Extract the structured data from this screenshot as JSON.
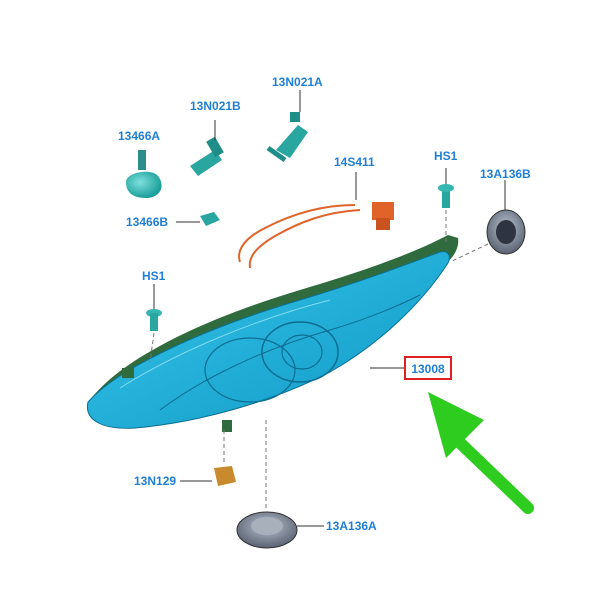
{
  "labels": {
    "bulb_13466A": "13466A",
    "socket_13N021B": "13N021B",
    "bulb_13N021A": "13N021A",
    "harness_14S411": "14S411",
    "screw_hs1_top": "HS1",
    "cover_13A136B": "13A136B",
    "bulb_13466B": "13466B",
    "screw_hs1_left": "HS1",
    "headlamp_13008": "13008",
    "bracket_13N129": "13N129",
    "cover_13A136A": "13A136A"
  },
  "colors": {
    "label": "#1f7fd6",
    "lamp_body": "#1ab0d8",
    "lamp_housing": "#2f6b3c",
    "harness": "#e0642a",
    "bracket": "#c98a2e",
    "highlight_box": "#e02020",
    "arrow": "#2ecc1f",
    "parts": "#35b6b0"
  },
  "highlight": {
    "part": "13008"
  },
  "arrow": {
    "direction": "up-left",
    "points_to": "13008"
  }
}
